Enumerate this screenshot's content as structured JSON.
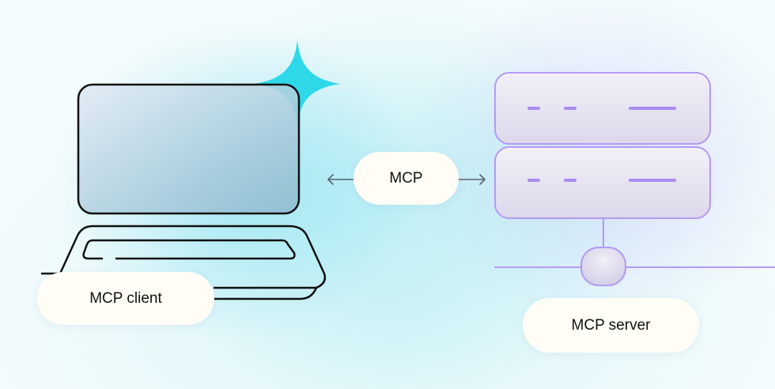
{
  "diagram": {
    "client_label": "MCP client",
    "protocol_label": "MCP",
    "server_label": "MCP server"
  },
  "colors": {
    "outline_dark": "#111111",
    "server_outline": "#b49af2",
    "server_accent": "#a98cf0",
    "sparkle": "#2ed8e8",
    "arrow": "#5a6270",
    "pill_bg": "#fffdf6"
  },
  "icons": {
    "client": "laptop-icon",
    "server": "server-stack-icon",
    "sparkle": "sparkle-icon"
  }
}
